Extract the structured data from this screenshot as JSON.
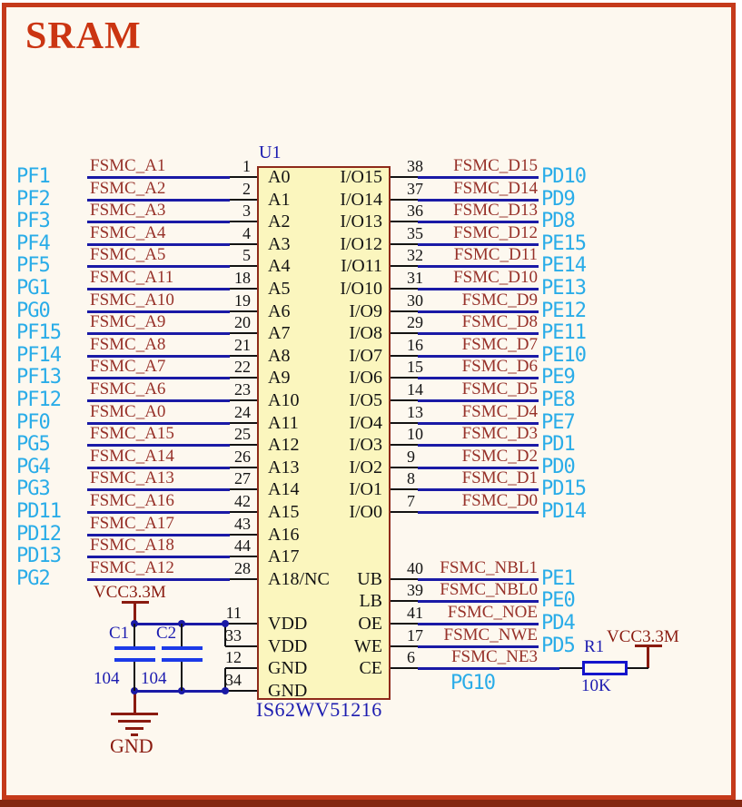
{
  "title": "SRAM",
  "chip": {
    "designator": "U1",
    "part": "IS62WV51216",
    "left_pin_names": [
      "A0",
      "A1",
      "A2",
      "A3",
      "A4",
      "A5",
      "A6",
      "A7",
      "A8",
      "A9",
      "A10",
      "A11",
      "A12",
      "A13",
      "A14",
      "A15",
      "A16",
      "A17",
      "A18/NC",
      "",
      "VDD",
      "VDD",
      "GND",
      "GND"
    ],
    "right_pin_names": [
      "I/O15",
      "I/O14",
      "I/O13",
      "I/O12",
      "I/O11",
      "I/O10",
      "I/O9",
      "I/O8",
      "I/O7",
      "I/O6",
      "I/O5",
      "I/O4",
      "I/O3",
      "I/O2",
      "I/O1",
      "I/O0",
      "",
      "",
      "UB",
      "LB",
      "OE",
      "WE",
      "CE",
      ""
    ]
  },
  "left_rows": [
    {
      "port": "PF1",
      "net": "FSMC_A1",
      "pin": "1"
    },
    {
      "port": "PF2",
      "net": "FSMC_A2",
      "pin": "2"
    },
    {
      "port": "PF3",
      "net": "FSMC_A3",
      "pin": "3"
    },
    {
      "port": "PF4",
      "net": "FSMC_A4",
      "pin": "4"
    },
    {
      "port": "PF5",
      "net": "FSMC_A5",
      "pin": "5"
    },
    {
      "port": "PG1",
      "net": "FSMC_A11",
      "pin": "18"
    },
    {
      "port": "PG0",
      "net": "FSMC_A10",
      "pin": "19"
    },
    {
      "port": "PF15",
      "net": "FSMC_A9",
      "pin": "20"
    },
    {
      "port": "PF14",
      "net": "FSMC_A8",
      "pin": "21"
    },
    {
      "port": "PF13",
      "net": "FSMC_A7",
      "pin": "22"
    },
    {
      "port": "PF12",
      "net": "FSMC_A6",
      "pin": "23"
    },
    {
      "port": "PF0",
      "net": "FSMC_A0",
      "pin": "24"
    },
    {
      "port": "PG5",
      "net": "FSMC_A15",
      "pin": "25"
    },
    {
      "port": "PG4",
      "net": "FSMC_A14",
      "pin": "26"
    },
    {
      "port": "PG3",
      "net": "FSMC_A13",
      "pin": "27"
    },
    {
      "port": "PD11",
      "net": "FSMC_A16",
      "pin": "42"
    },
    {
      "port": "PD12",
      "net": "FSMC_A17",
      "pin": "43"
    },
    {
      "port": "PD13",
      "net": "FSMC_A18",
      "pin": "44"
    },
    {
      "port": "PG2",
      "net": "FSMC_A12",
      "pin": "28"
    }
  ],
  "right_rows": [
    {
      "pin": "38",
      "net": "FSMC_D15",
      "port": "PD10"
    },
    {
      "pin": "37",
      "net": "FSMC_D14",
      "port": "PD9"
    },
    {
      "pin": "36",
      "net": "FSMC_D13",
      "port": "PD8"
    },
    {
      "pin": "35",
      "net": "FSMC_D12",
      "port": "PE15"
    },
    {
      "pin": "32",
      "net": "FSMC_D11",
      "port": "PE14"
    },
    {
      "pin": "31",
      "net": "FSMC_D10",
      "port": "PE13"
    },
    {
      "pin": "30",
      "net": "FSMC_D9",
      "port": "PE12"
    },
    {
      "pin": "29",
      "net": "FSMC_D8",
      "port": "PE11"
    },
    {
      "pin": "16",
      "net": "FSMC_D7",
      "port": "PE10"
    },
    {
      "pin": "15",
      "net": "FSMC_D6",
      "port": "PE9"
    },
    {
      "pin": "14",
      "net": "FSMC_D5",
      "port": "PE8"
    },
    {
      "pin": "13",
      "net": "FSMC_D4",
      "port": "PE7"
    },
    {
      "pin": "10",
      "net": "FSMC_D3",
      "port": "PD1"
    },
    {
      "pin": "9",
      "net": "FSMC_D2",
      "port": "PD0"
    },
    {
      "pin": "8",
      "net": "FSMC_D1",
      "port": "PD15"
    },
    {
      "pin": "7",
      "net": "FSMC_D0",
      "port": "PD14"
    }
  ],
  "control_rows": [
    {
      "pin": "40",
      "net": "FSMC_NBL1",
      "port": "PE1"
    },
    {
      "pin": "39",
      "net": "FSMC_NBL0",
      "port": "PE0"
    },
    {
      "pin": "41",
      "net": "FSMC_NOE",
      "port": "PD4"
    },
    {
      "pin": "17",
      "net": "FSMC_NWE",
      "port": "PD5"
    },
    {
      "pin": "6",
      "net": "FSMC_NE3",
      "port": ""
    }
  ],
  "power_pins": [
    "11",
    "33",
    "12",
    "34"
  ],
  "decoupling": {
    "vcc_label": "VCC3.3M",
    "gnd_label": "GND",
    "caps": [
      {
        "ref": "C1",
        "value": "104"
      },
      {
        "ref": "C2",
        "value": "104"
      }
    ]
  },
  "pullup": {
    "ref": "R1",
    "value": "10K",
    "vcc_label": "VCC3.3M",
    "net": "PG10"
  },
  "colors": {
    "background": "#FDF8EF",
    "frame": "#C53A1B",
    "title": "#CB3512",
    "wire": "#1A1AA6",
    "net_label": "#97322A",
    "port_label": "#29ACE8",
    "chip_fill": "#FBF6BE",
    "chip_border": "#8E2A1A",
    "designator": "#1C1CB0",
    "power": "#8A1B10",
    "pin_black": "#131313"
  }
}
